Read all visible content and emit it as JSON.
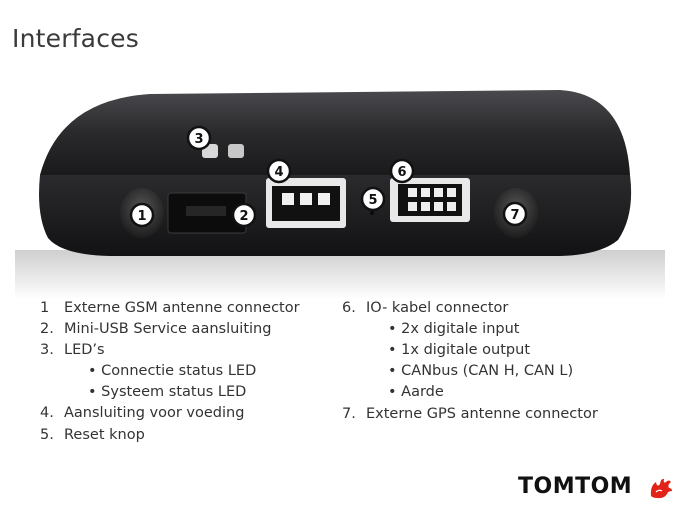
{
  "slide": {
    "title": "Interfaces"
  },
  "callouts": [
    "1",
    "2",
    "3",
    "4",
    "5",
    "6",
    "7"
  ],
  "left_list": [
    {
      "num": "1",
      "text": "Externe GSM antenne connector"
    },
    {
      "num": "2.",
      "text": "Mini-USB Service aansluiting"
    },
    {
      "num": "3.",
      "text": "LED’s"
    },
    {
      "num": "4.",
      "text": "Aansluiting voor voeding"
    },
    {
      "num": "5.",
      "text": "Reset knop"
    }
  ],
  "led_sub": [
    "• Connectie status LED",
    "• Systeem status LED"
  ],
  "right_list": [
    {
      "num": "6.",
      "text": "IO- kabel connector"
    },
    {
      "num": "7.",
      "text": "Externe GPS antenne connector"
    }
  ],
  "io_sub": [
    "• 2x digitale input",
    "• 1x digitale output",
    "• CANbus (CAN H, CAN L)",
    "• Aarde"
  ],
  "brand": {
    "logo_text": "TOMTOM",
    "accent_color": "#e2231a"
  }
}
